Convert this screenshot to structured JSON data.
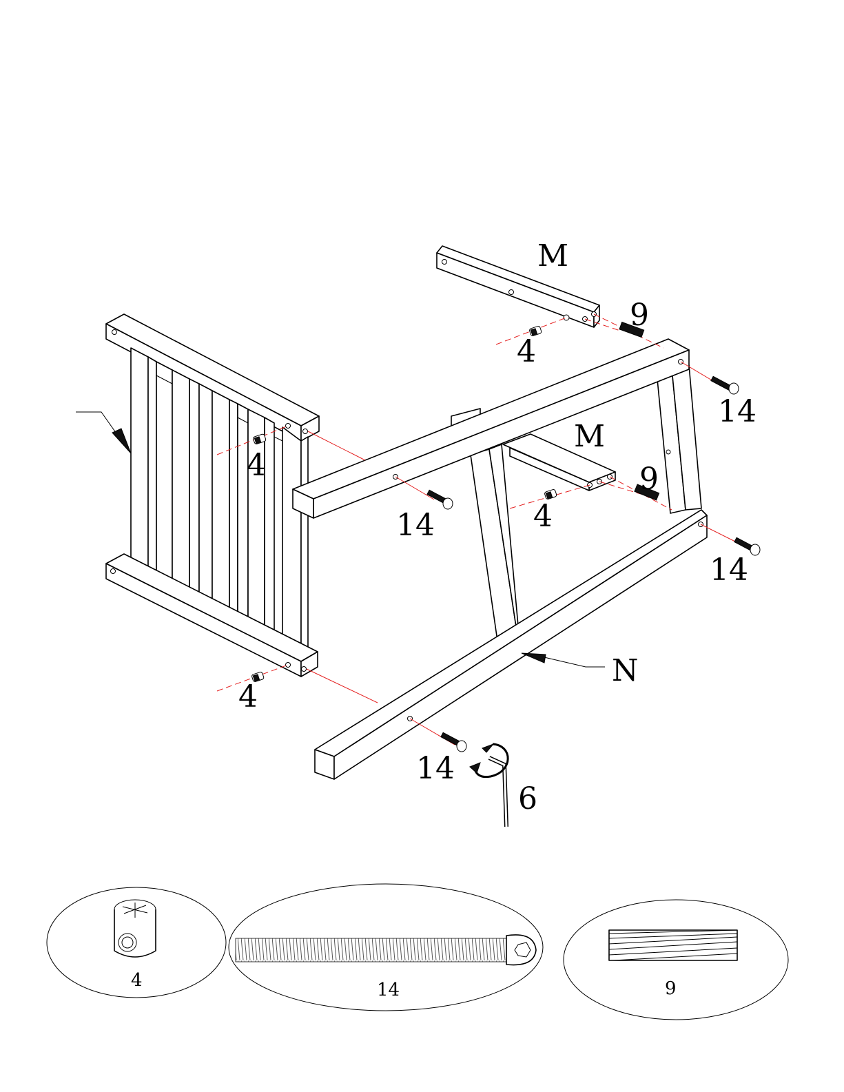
{
  "labels": {
    "part_m_top": "M",
    "part_m_middle": "M",
    "part_n": "N",
    "nut_top": "4",
    "nut_left_upper": "4",
    "nut_middle": "4",
    "nut_left_lower": "4",
    "dowel_top": "9",
    "dowel_middle": "9",
    "bolt_right_upper": "14",
    "bolt_center": "14",
    "bolt_right_lower": "14",
    "bolt_bottom": "14",
    "allen_key": "6"
  },
  "callouts": {
    "barrel_nut": "4",
    "long_bolt": "14",
    "dowel": "9"
  }
}
